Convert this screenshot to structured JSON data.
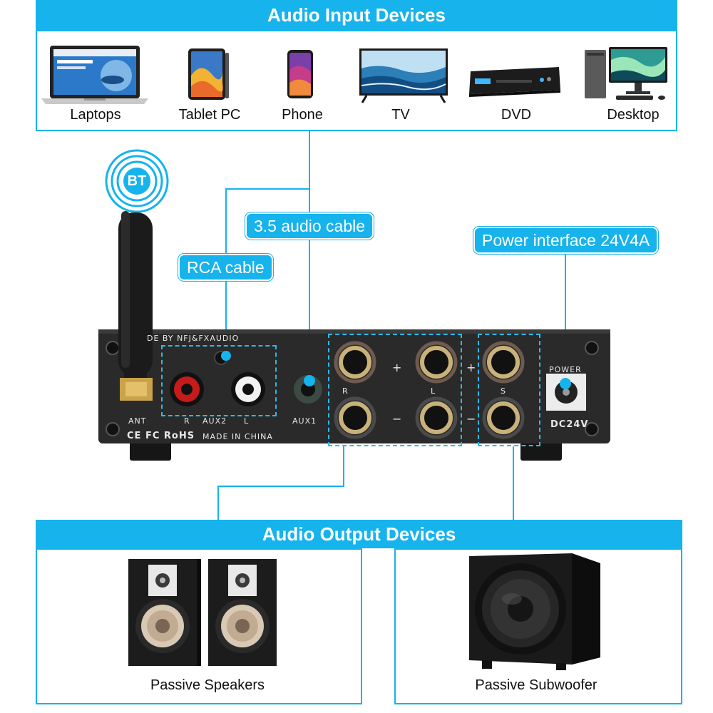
{
  "input_panel": {
    "title": "Audio Input Devices",
    "devices": [
      {
        "label": "Laptops",
        "icon": "laptop-icon"
      },
      {
        "label": "Tablet PC",
        "icon": "tablet-icon"
      },
      {
        "label": "Phone",
        "icon": "phone-icon"
      },
      {
        "label": "TV",
        "icon": "tv-icon"
      },
      {
        "label": "DVD",
        "icon": "dvd-player-icon"
      },
      {
        "label": "Desktop",
        "icon": "desktop-computer-icon"
      }
    ]
  },
  "callouts": {
    "bt": "BT",
    "rca_cable": "RCA cable",
    "audio_cable": "3.5 audio cable",
    "power": "Power interface 24V4A"
  },
  "amplifier": {
    "brand_text": "DE BY NFJ&FXAUDIO",
    "ant_label": "ANT",
    "aux2_r": "R",
    "aux2_label": "AUX2",
    "aux2_l": "L",
    "aux1_label": "AUX1",
    "made_in": "MADE IN CHINA",
    "certs": "CE FC RoHS",
    "terminal_r": "R",
    "terminal_l": "L",
    "terminal_s": "S",
    "plus": "+",
    "minus": "−",
    "power_label": "POWER",
    "dc_label": "DC24V"
  },
  "output_panel": {
    "title": "Audio Output Devices",
    "devices": [
      {
        "label": "Passive Speakers",
        "icon": "bookshelf-speakers-icon"
      },
      {
        "label": "Passive Subwoofer",
        "icon": "subwoofer-icon"
      }
    ]
  },
  "colors": {
    "accent": "#16b3ec",
    "amp_body": "#2a2a2a"
  }
}
